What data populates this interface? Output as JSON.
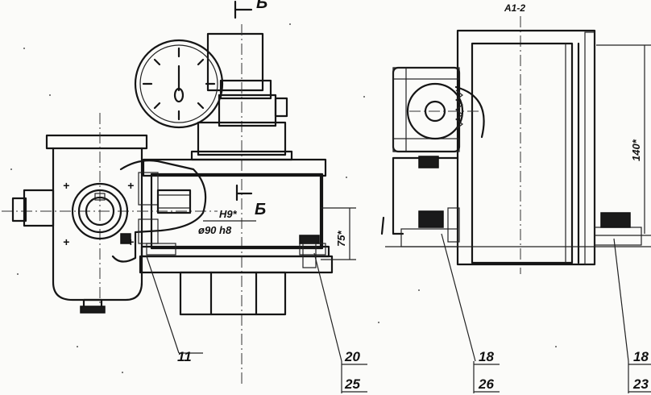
{
  "section_mark": "Б",
  "view_title": "A1-2",
  "dimensions": {
    "fit": "H9*",
    "diameter": "ø90 h8",
    "height_left": "75*",
    "height_right": "140*"
  },
  "callouts": {
    "part_11": "11",
    "part_20": "20",
    "part_25": "25",
    "part_18": "18",
    "part_26": "26",
    "part_18b": "18",
    "part_23": "23"
  }
}
